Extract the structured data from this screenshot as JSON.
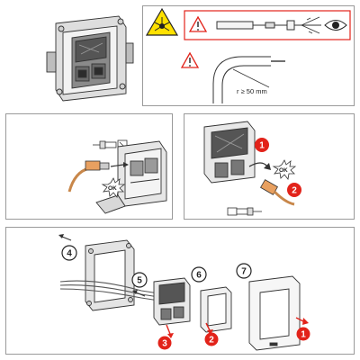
{
  "diagram": {
    "bend_radius_label": "r ≥ 50 mm",
    "ok_label": "OK",
    "steps": {
      "s1": "1",
      "s2": "2",
      "s3": "3",
      "s4": "4",
      "s5": "5",
      "s6": "6",
      "s7": "7"
    },
    "colors": {
      "step_red": "#e2231a",
      "warning_yellow": "#ffe100",
      "line": "#333333",
      "panel_border": "#9a9a9a"
    },
    "icons": [
      "laser-warning-icon",
      "caution-icon",
      "ok-burst-icon",
      "push-arrow-icon",
      "release-arrow-icon"
    ]
  }
}
